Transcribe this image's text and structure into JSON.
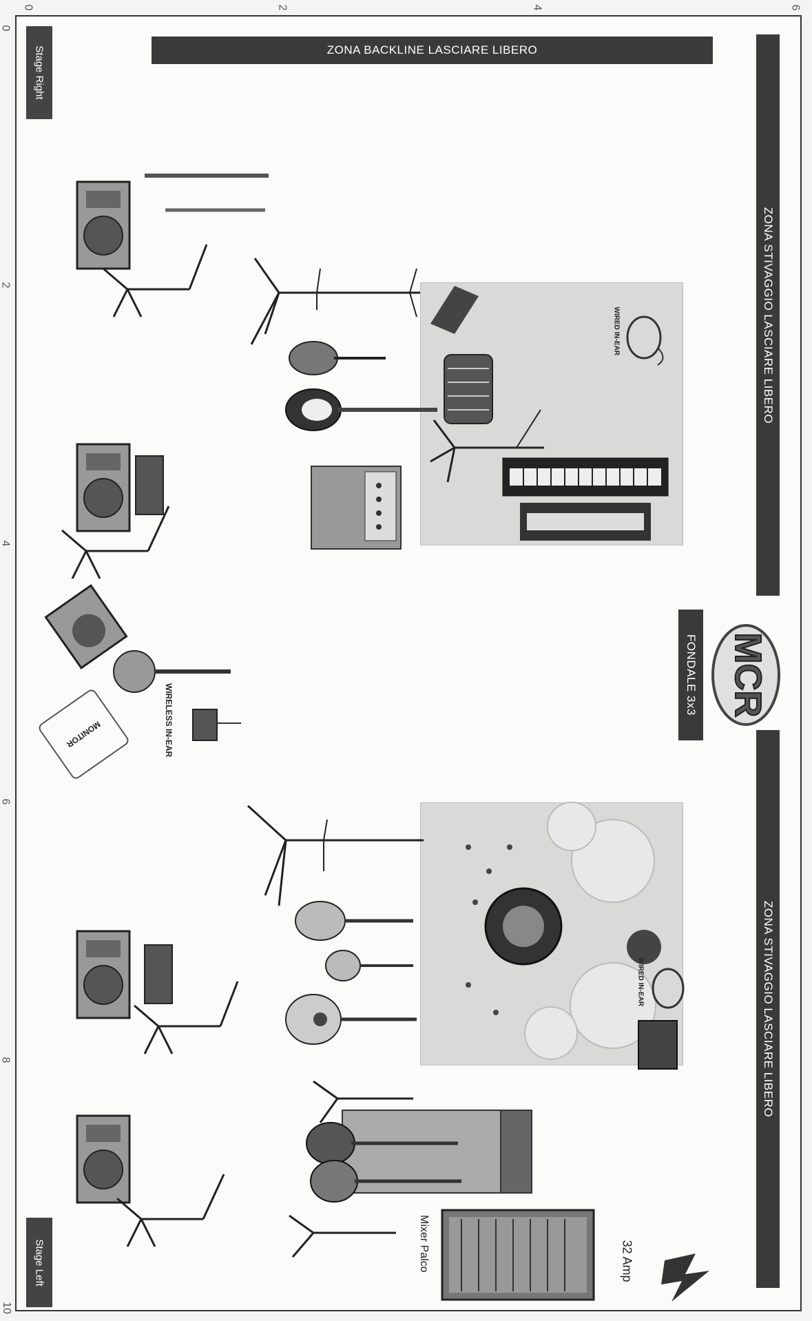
{
  "ruler": {
    "top": [
      "0",
      "2",
      "4",
      "6"
    ],
    "left": [
      "0",
      "2",
      "4",
      "6",
      "8",
      "10"
    ]
  },
  "zones": {
    "backline": "ZONA BACKLINE LASCIARE LIBERO",
    "stowage_top": "ZONA STIVAGGIO LASCIARE LIBERO",
    "stowage_bottom": "ZONA STIVAGGIO LASCIARE LIBERO",
    "backdrop": "FONDALE 3x3"
  },
  "stage": {
    "right": "Stage Right",
    "left": "Stage Left"
  },
  "labels": {
    "wired_in_ear_1": "WIRED IN-EAR",
    "wired_in_ear_2": "WIRED IN-EAR",
    "wireless_in_ear": "WIRELESS IN-EAR",
    "monitor": "MONITOR",
    "mixer": "Mixer Palco",
    "power": "32 Amp"
  },
  "logo_text": "MCR",
  "colors": {
    "banner": "#3a3a3a",
    "logo_red": "#c8102e",
    "logo_fill": "#e0e0e0"
  }
}
